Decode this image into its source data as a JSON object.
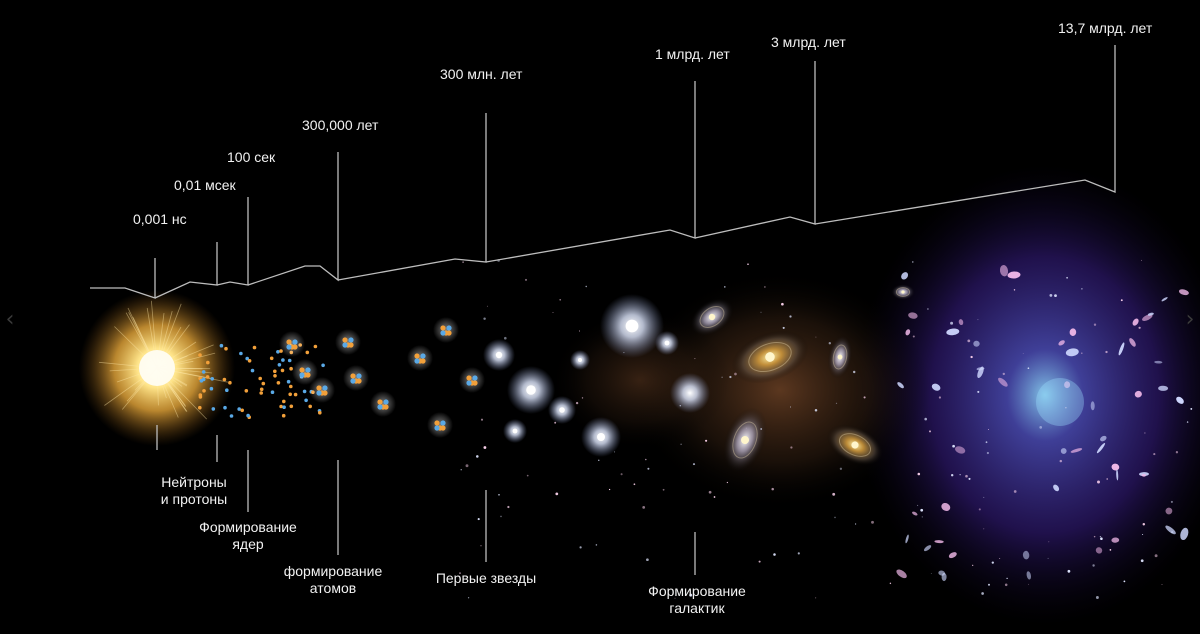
{
  "timeline": {
    "epochs": [
      {
        "time": "0,001 нс"
      },
      {
        "time": "0,01 мсек"
      },
      {
        "time": "100 сек"
      },
      {
        "time": "300,000 лет"
      },
      {
        "time": "300 млн. лет"
      },
      {
        "time": "1 млрд. лет"
      },
      {
        "time": "3 млрд. лет"
      },
      {
        "time": "13,7 млрд. лет"
      }
    ]
  },
  "events": [
    {
      "label": "Нейтроны\nи протоны"
    },
    {
      "label": "Формирование\nядер"
    },
    {
      "label": "формирование\nатомов"
    },
    {
      "label": "Первые звезды"
    },
    {
      "label": "Формирование\nгалактик"
    }
  ],
  "icons": {
    "prev": "chevron-left-icon",
    "next": "chevron-right-icon"
  },
  "colors": {
    "background": "#000000",
    "line": "#bdbdbd",
    "text": "#f2f2f2",
    "bigbang": "#ffd766",
    "proton": "#f2a03a",
    "neutron": "#5aa9e6",
    "nebula": "#3a2a8a"
  }
}
